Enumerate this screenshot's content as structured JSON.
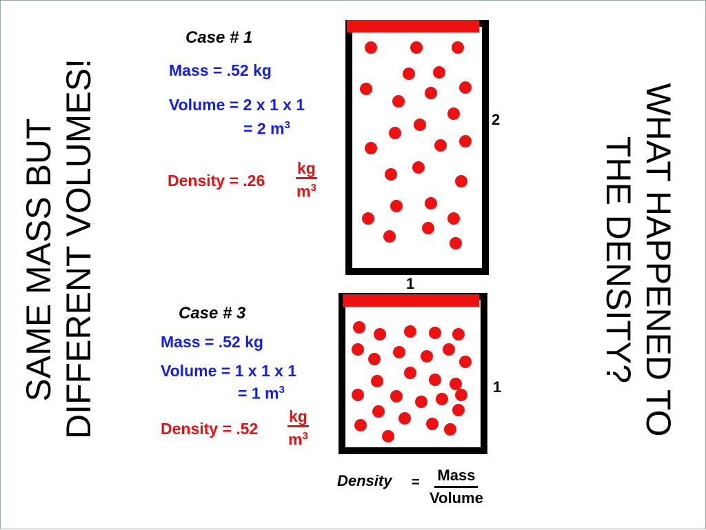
{
  "headings": {
    "left_line1": "SAME MASS BUT",
    "left_line2": "DIFFERENT VOLUMES!",
    "right_line1": "WHAT HAPPENED TO",
    "right_line2": "THE DENSITY?"
  },
  "case1": {
    "title": "Case  # 1",
    "mass": "Mass =  .52  kg",
    "volume": "Volume = 2 x 1 x 1",
    "volume_result": "= 2  m",
    "volume_exp": "3",
    "density": "Density = .26",
    "density_unit_num": "kg",
    "density_unit_den": "m",
    "density_unit_exp": "3",
    "height_label": "2",
    "width_label": "1"
  },
  "case3": {
    "title": "Case  # 3",
    "mass": "Mass =  .52  kg",
    "volume": "Volume = 1 x 1 x 1",
    "volume_result": "= 1  m",
    "volume_exp": "3",
    "density": "Density = .52",
    "density_unit_num": "kg",
    "density_unit_den": "m",
    "density_unit_exp": "3",
    "height_label": "1"
  },
  "formula": {
    "label": "Density",
    "equals": "=",
    "numerator": "Mass",
    "denominator": "Volume"
  },
  "colors": {
    "mass_volume_text": "#1420e6",
    "density_text": "#e81010",
    "particle": "#ee1111",
    "lid": "#ee1111"
  }
}
